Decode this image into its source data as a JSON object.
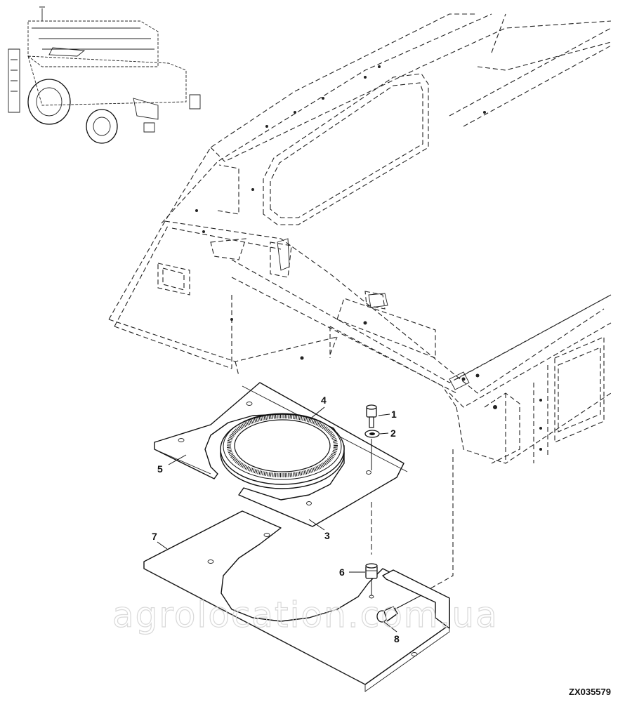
{
  "diagram": {
    "figure_code": "ZX035579",
    "watermark": "agrolocation.com.ua",
    "callouts": [
      {
        "id": "callout-1",
        "label": "1"
      },
      {
        "id": "callout-2",
        "label": "2"
      },
      {
        "id": "callout-3",
        "label": "3"
      },
      {
        "id": "callout-4",
        "label": "4"
      },
      {
        "id": "callout-5",
        "label": "5"
      },
      {
        "id": "callout-6",
        "label": "6"
      },
      {
        "id": "callout-7",
        "label": "7"
      },
      {
        "id": "callout-8",
        "label": "8"
      }
    ]
  }
}
